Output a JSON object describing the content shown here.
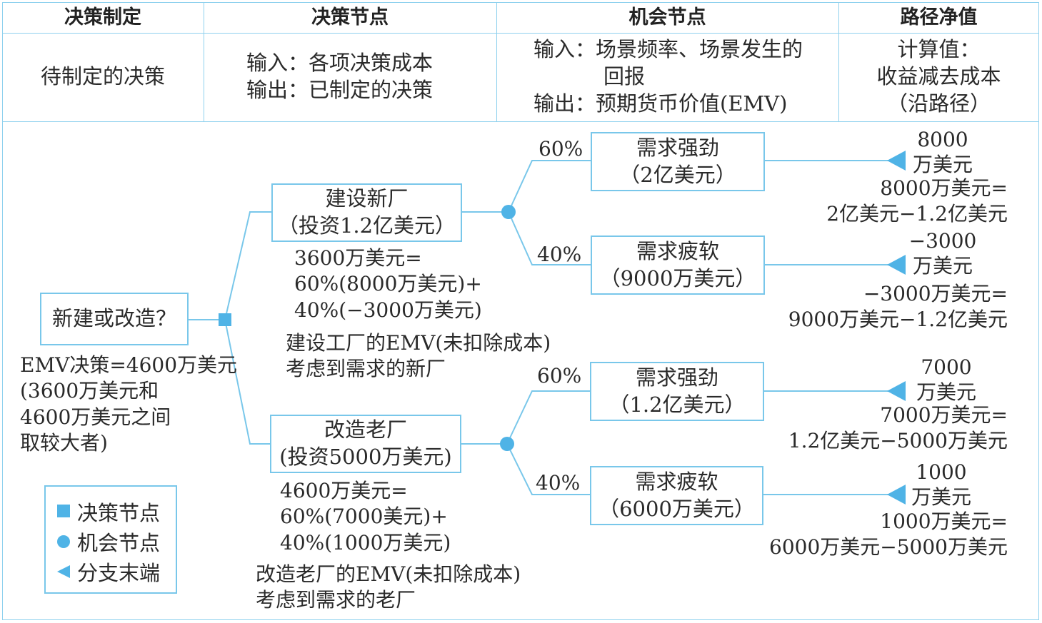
{
  "header": {
    "col1_title": "决策制定",
    "col2_title": "决策节点",
    "col3_title": "机会节点",
    "col4_title": "路径净值",
    "col1_desc": "待制定的决策",
    "col2_desc_line1": "输入：各项决策成本",
    "col2_desc_line2": "输出：已制定的决策",
    "col3_desc_line1": "输入：场景频率、场景发生的",
    "col3_desc_line2": "回报",
    "col3_desc_line3": "输出：预期货币价值(EMV)",
    "col4_desc_line1": "计算值：",
    "col4_desc_line2": "收益减去成本",
    "col4_desc_line3": "（沿路径）"
  },
  "tree": {
    "root_label": "新建或改造？",
    "root_emv": [
      "EMV决策=4600万美元",
      "(3600万美元和",
      "4600万美元之间",
      "取较大者)"
    ],
    "build": {
      "label_line1": "建设新厂",
      "label_line2": "（投资1.2亿美元）",
      "emv_calc": [
        "3600万美元=",
        "60%(8000万美元)+",
        "40%(−3000万美元)"
      ],
      "emv_note": [
        "建设工厂的EMV(未扣除成本)",
        "考虑到需求的新厂"
      ],
      "branches": [
        {
          "prob": "60%",
          "outcome_line1": "需求强劲",
          "outcome_line2": "（2亿美元）",
          "end_line1": "8000",
          "end_line2": "万美元",
          "calc_line1": "8000万美元=",
          "calc_line2": "2亿美元−1.2亿美元"
        },
        {
          "prob": "40%",
          "outcome_line1": "需求疲软",
          "outcome_line2": "（9000万美元）",
          "end_line1": "−3000",
          "end_line2": "万美元",
          "calc_line1": "−3000万美元=",
          "calc_line2": "9000万美元−1.2亿美元"
        }
      ]
    },
    "upgrade": {
      "label_line1": "改造老厂",
      "label_line2": "(投资5000万美元)",
      "emv_calc": [
        "4600万美元=",
        "60%(7000美元)+",
        "40%(1000万美元)"
      ],
      "emv_note": [
        "改造老厂的EMV(未扣除成本)",
        "考虑到需求的老厂"
      ],
      "branches": [
        {
          "prob": "60%",
          "outcome_line1": "需求强劲",
          "outcome_line2": "（1.2亿美元）",
          "end_line1": "7000",
          "end_line2": "万美元",
          "calc_line1": "7000万美元=",
          "calc_line2": "1.2亿美元−5000万美元"
        },
        {
          "prob": "40%",
          "outcome_line1": "需求疲软",
          "outcome_line2": "（6000万美元）",
          "end_line1": "1000",
          "end_line2": "万美元",
          "calc_line1": "1000万美元=",
          "calc_line2": "6000万美元−5000万美元"
        }
      ]
    }
  },
  "legend": {
    "decision_node": "决策节点",
    "chance_node": "机会节点",
    "branch_end": "分支末端"
  },
  "colors": {
    "line": "#79c7ea",
    "node": "#4fb3e6",
    "grid": "#8fd1ee"
  }
}
